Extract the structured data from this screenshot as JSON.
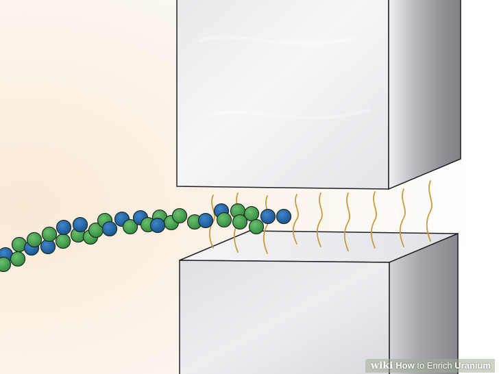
{
  "watermark": {
    "brand": "wiki",
    "title_prefix": "How",
    "title_middle": " to Enrich ",
    "title_suffix": "Uranium"
  },
  "colors": {
    "background_warm": "#f9eee0",
    "block_light": "#f3f3f5",
    "block_dark": "#9ea0a6",
    "block_outline": "#1f1f24",
    "atom_green": "#3e9a4c",
    "atom_blue": "#1f63a8",
    "heat_wave": "#c99a3a"
  },
  "illustration": {
    "subject": "chain of atoms passing between two heated metal blocks",
    "elements": [
      "upper-metal-block",
      "lower-metal-block",
      "atom-chain",
      "heat-waves"
    ]
  }
}
